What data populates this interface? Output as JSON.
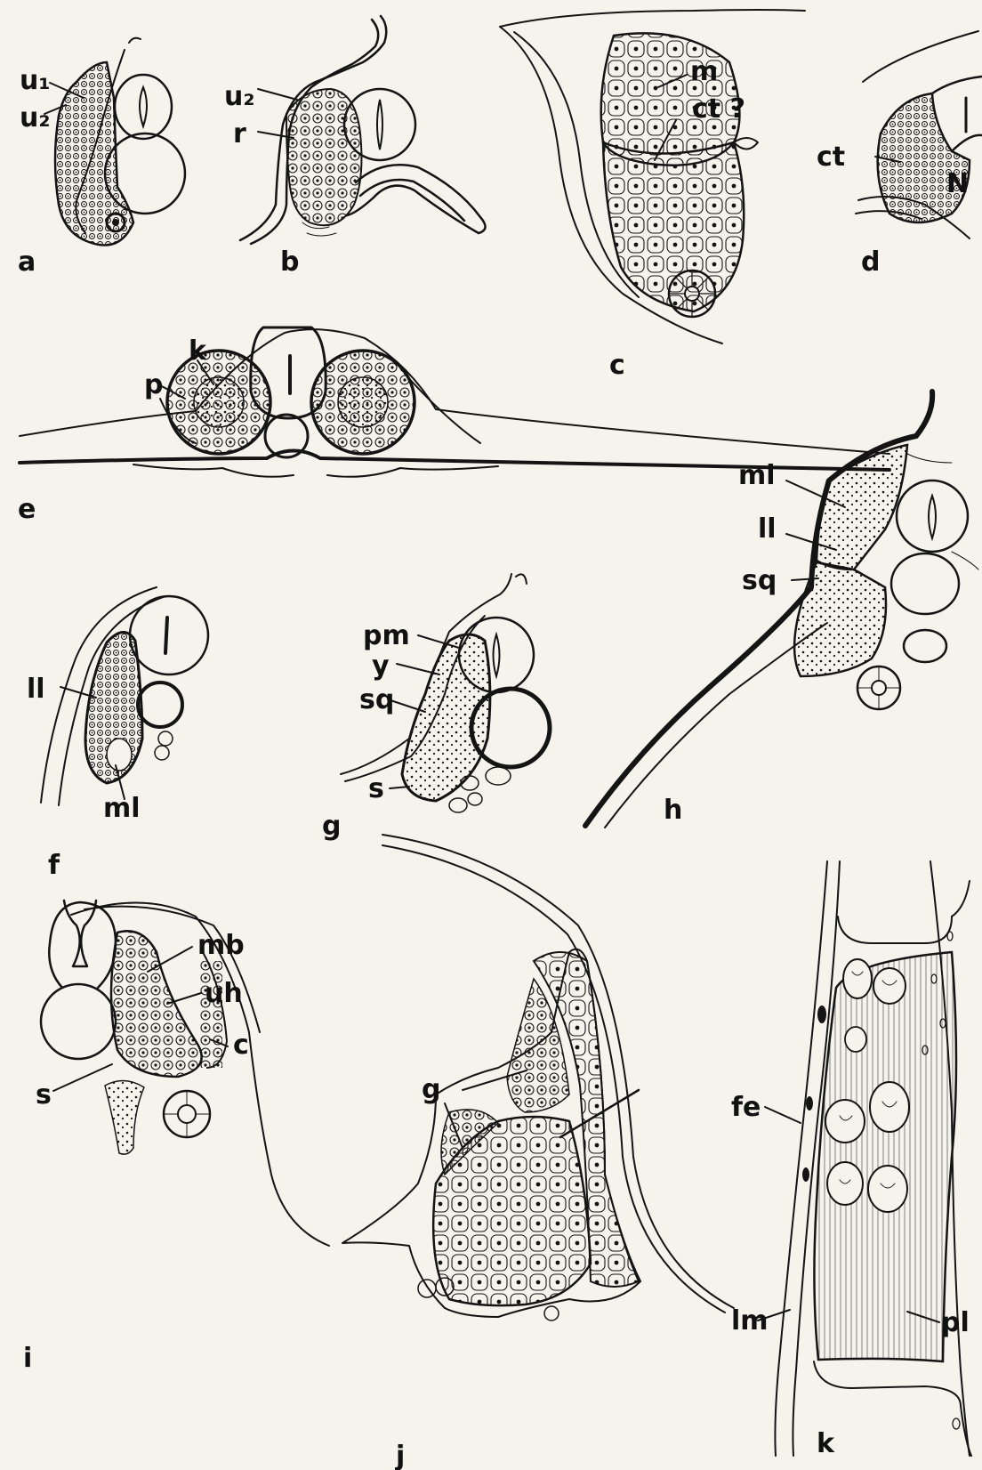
{
  "figure": {
    "background": "#f6f3ec",
    "ink": "#141414",
    "panels": [
      {
        "id": "a",
        "letter": "a",
        "labels": [
          "u₁",
          "u₂"
        ]
      },
      {
        "id": "b",
        "letter": "b",
        "labels": [
          "u₂",
          "r"
        ]
      },
      {
        "id": "c",
        "letter": "c",
        "labels": [
          "m",
          "ct ?"
        ]
      },
      {
        "id": "d",
        "letter": "d",
        "labels": [
          "ct",
          "N"
        ]
      },
      {
        "id": "e",
        "letter": "e",
        "labels": [
          "k",
          "p"
        ]
      },
      {
        "id": "f",
        "letter": "f",
        "labels": [
          "ll",
          "ml"
        ]
      },
      {
        "id": "g",
        "letter": "g",
        "labels": [
          "pm",
          "y",
          "sq",
          "s"
        ]
      },
      {
        "id": "h",
        "letter": "h",
        "labels": [
          "ml",
          "ll",
          "sq"
        ]
      },
      {
        "id": "i",
        "letter": "i",
        "labels": [
          "mb",
          "uh",
          "c",
          "s"
        ]
      },
      {
        "id": "j",
        "letter": "j",
        "labels": [
          "g"
        ]
      },
      {
        "id": "k",
        "letter": "k",
        "labels": [
          "fe",
          "lm",
          "pl"
        ]
      }
    ]
  }
}
